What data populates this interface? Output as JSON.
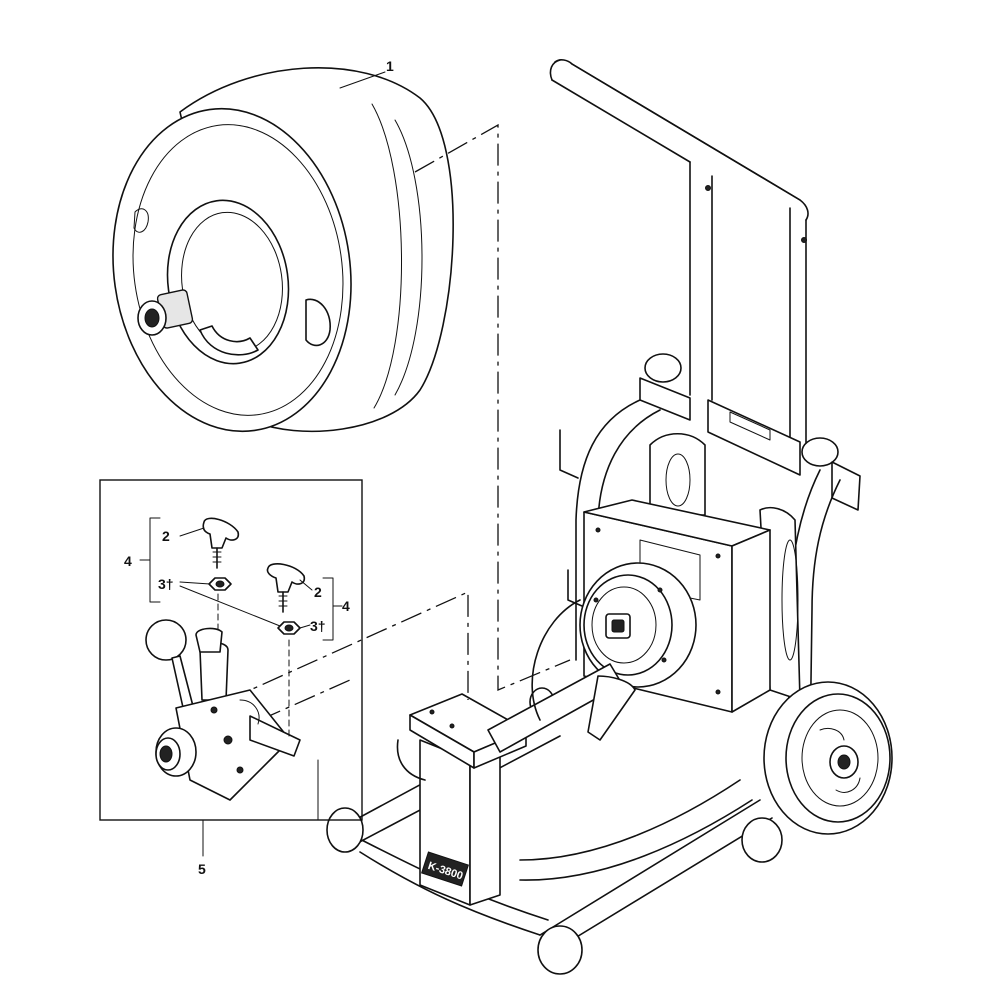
{
  "diagram": {
    "type": "exploded-parts-drawing",
    "callouts": {
      "c1": "1",
      "c2a": "2",
      "c2b": "2",
      "c3a": "3†",
      "c3b": "3†",
      "c4a": "4",
      "c4b": "4",
      "c5": "5"
    },
    "machine_badge": "K-3800"
  }
}
